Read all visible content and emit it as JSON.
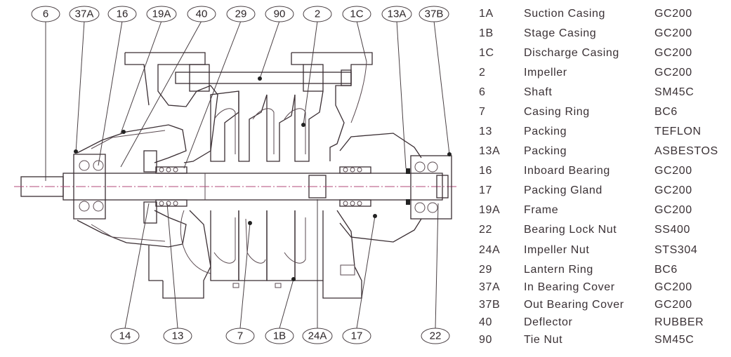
{
  "diagram": {
    "title": "Multistage Centrifugal Pump Sectional View",
    "top_callouts": [
      "6",
      "37A",
      "16",
      "19A",
      "40",
      "29",
      "90",
      "2",
      "1C",
      "13A",
      "37B"
    ],
    "bottom_callouts": [
      "14",
      "13",
      "7",
      "1B",
      "24A",
      "17",
      "22"
    ],
    "line_color": "#3a2e33",
    "centerline_color": "#b04a7a"
  },
  "parts_list": [
    {
      "no": "1A",
      "name": "Suction Casing",
      "material": "GC200"
    },
    {
      "no": "1B",
      "name": "Stage Casing",
      "material": "GC200"
    },
    {
      "no": "1C",
      "name": "Discharge Casing",
      "material": "GC200"
    },
    {
      "no": "2",
      "name": "Impeller",
      "material": "GC200"
    },
    {
      "no": "6",
      "name": "Shaft",
      "material": "SM45C"
    },
    {
      "no": "7",
      "name": "Casing Ring",
      "material": "BC6"
    },
    {
      "no": "13",
      "name": "Packing",
      "material": "TEFLON"
    },
    {
      "no": "13A",
      "name": "Packing",
      "material": "ASBESTOS"
    },
    {
      "no": "16",
      "name": "Inboard Bearing",
      "material": "GC200"
    },
    {
      "no": "17",
      "name": "Packing Gland",
      "material": "GC200"
    },
    {
      "no": "19A",
      "name": "Frame",
      "material": "GC200"
    },
    {
      "no": "22",
      "name": "Bearing Lock Nut",
      "material": "SS400"
    },
    {
      "no": "24A",
      "name": "Impeller Nut",
      "material": "STS304"
    },
    {
      "no": "29",
      "name": "Lantern Ring",
      "material": "BC6"
    },
    {
      "no": "37A",
      "name": "In Bearing Cover",
      "material": "GC200"
    },
    {
      "no": "37B",
      "name": "Out Bearing Cover",
      "material": "GC200"
    },
    {
      "no": "40",
      "name": "Deflector",
      "material": "RUBBER"
    },
    {
      "no": "90",
      "name": "Tie Nut",
      "material": "SM45C"
    }
  ]
}
